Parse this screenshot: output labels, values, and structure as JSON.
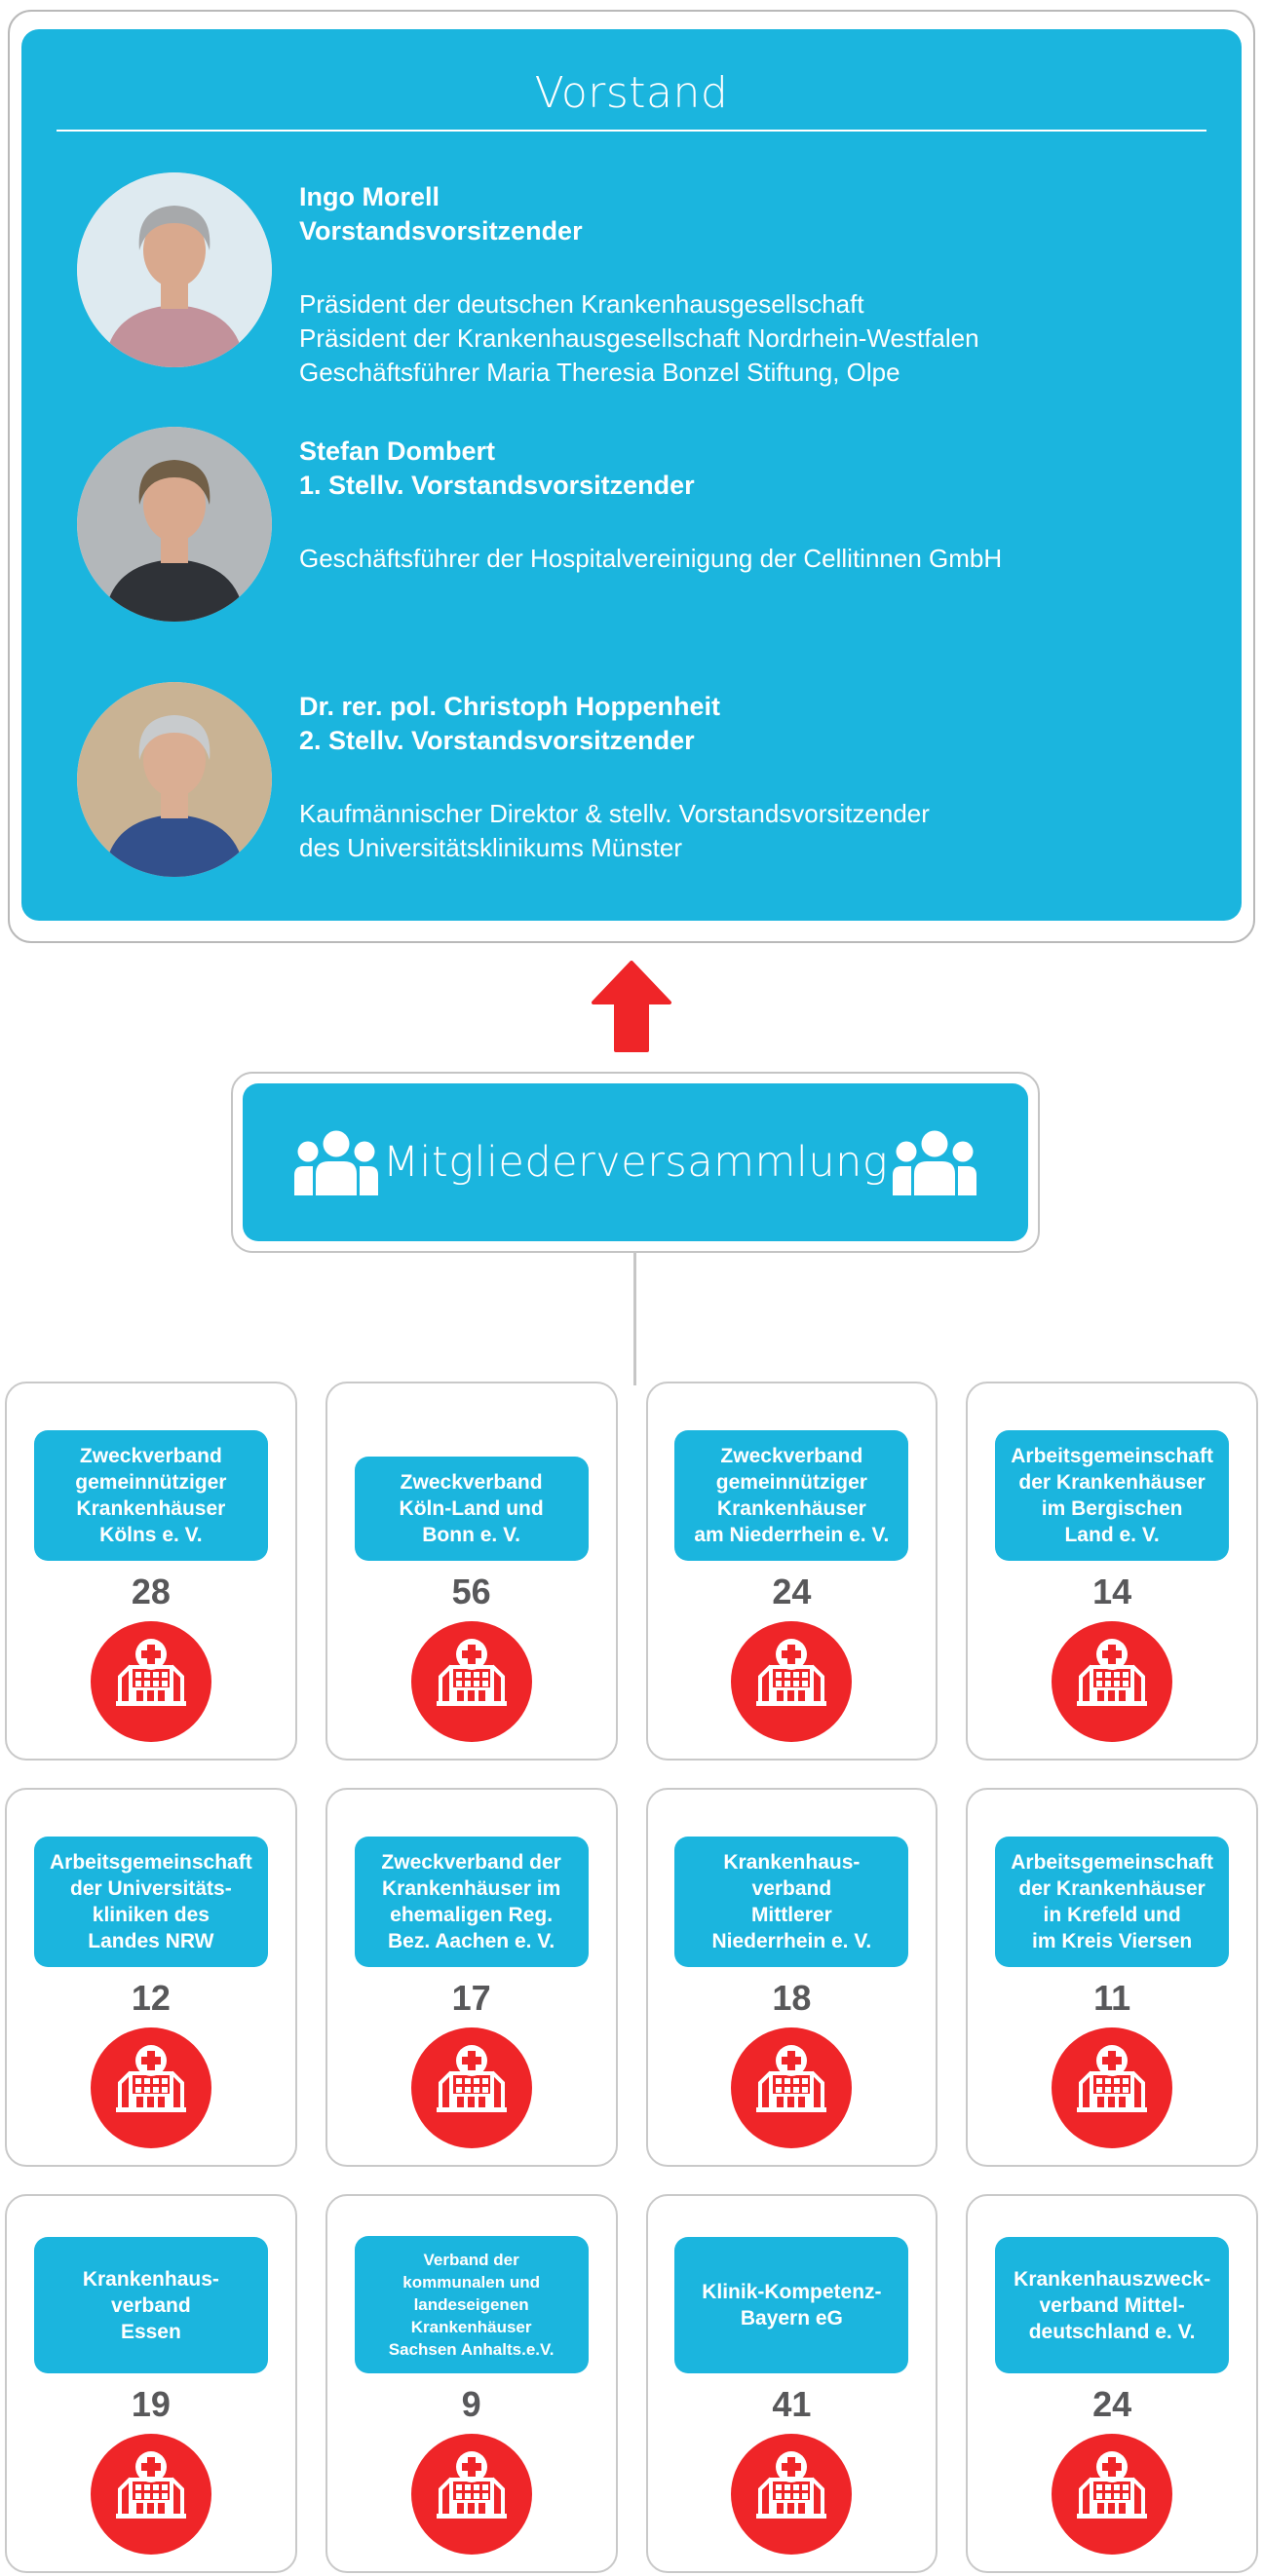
{
  "board": {
    "title": "Vorstand",
    "members": [
      {
        "name": "Ingo Morell",
        "role": "Vorstandsvorsitzender",
        "details": [
          "Präsident der deutschen Krankenhausgesellschaft",
          "Präsident der Krankenhausgesellschaft Nordrhein-Westfalen",
          "Geschäftsführer Maria Theresia Bonzel Stiftung, Olpe"
        ]
      },
      {
        "name": "Stefan Dombert",
        "role": "1. Stellv. Vorstandsvorsitzender",
        "details": [
          "Geschäftsführer der Hospitalvereinigung der Cellitinnen GmbH"
        ]
      },
      {
        "name": "Dr. rer. pol. Christoph Hoppenheit",
        "role": "2. Stellv. Vorstandsvorsitzender",
        "details": [
          "Kaufmännischer Direktor & stellv. Vorstandsvorsitzender",
          "des Universitätsklinikums Münster"
        ]
      }
    ]
  },
  "assembly": {
    "label": "Mitgliederversammlung"
  },
  "member_orgs": [
    {
      "name_lines": [
        "Zweckverband",
        "gemeinnütziger",
        "Krankenhäuser",
        "Kölns e. V."
      ],
      "hospital_count": "28"
    },
    {
      "name_lines": [
        "Zweckverband",
        "Köln-Land und",
        "Bonn e. V."
      ],
      "hospital_count": "56"
    },
    {
      "name_lines": [
        "Zweckverband",
        "gemeinnütziger",
        "Krankenhäuser",
        "am Niederrhein e. V."
      ],
      "hospital_count": "24"
    },
    {
      "name_lines": [
        "Arbeitsgemeinschaft",
        "der Krankenhäuser",
        "im Bergischen",
        "Land e. V."
      ],
      "hospital_count": "14"
    },
    {
      "name_lines": [
        "Arbeitsgemeinschaft",
        "der Universitäts-",
        "kliniken des",
        "Landes NRW"
      ],
      "hospital_count": "12"
    },
    {
      "name_lines": [
        "Zweckverband der",
        "Krankenhäuser im",
        "ehemaligen Reg.",
        "Bez. Aachen e. V."
      ],
      "hospital_count": "17"
    },
    {
      "name_lines": [
        "Krankenhaus-",
        "verband",
        "Mittlerer",
        "Niederrhein e. V."
      ],
      "hospital_count": "18"
    },
    {
      "name_lines": [
        "Arbeitsgemeinschaft",
        "der Krankenhäuser",
        "in Krefeld und",
        "im Kreis Viersen"
      ],
      "hospital_count": "11"
    },
    {
      "name_lines": [
        "Krankenhaus-",
        "verband",
        "Essen"
      ],
      "hospital_count": "19"
    },
    {
      "name_lines": [
        "Verband der",
        "kommunalen und",
        "landeseigenen",
        "Krankenhäuser",
        "Sachsen Anhalts.e.V."
      ],
      "hospital_count": "9"
    },
    {
      "name_lines": [
        "Klinik-Kompetenz-",
        "Bayern eG"
      ],
      "hospital_count": "41"
    },
    {
      "name_lines": [
        "Krankenhauszweck-",
        "verband Mittel-",
        "deutschland e. V."
      ],
      "hospital_count": "24"
    }
  ],
  "icons": {
    "arrow": "arrow-up-icon",
    "group": "people-group-icon",
    "hospital": "hospital-building-icon"
  },
  "colors": {
    "cyan": "#1BB5DE",
    "red": "#EF2528",
    "count_gray": "#58585A"
  }
}
